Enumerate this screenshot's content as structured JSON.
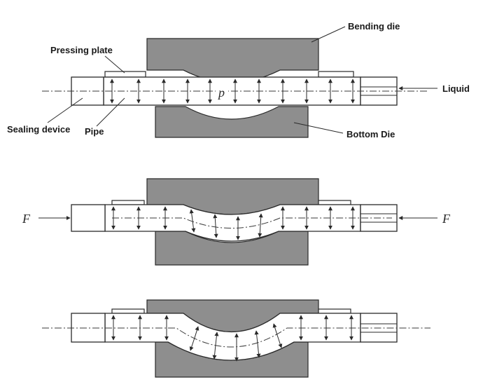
{
  "labels": {
    "bending_die": "Bending die",
    "pressing_plate": "Pressing plate",
    "liquid": "Liquid",
    "sealing_device": "Sealing device",
    "pipe": "Pipe",
    "bottom_die": "Bottom Die",
    "pressure_symbol": "p",
    "force_symbol": "F"
  },
  "stages": [
    {
      "name": "stage-1-pressurize"
    },
    {
      "name": "stage-2-axial-feed"
    },
    {
      "name": "stage-3-formed"
    }
  ]
}
